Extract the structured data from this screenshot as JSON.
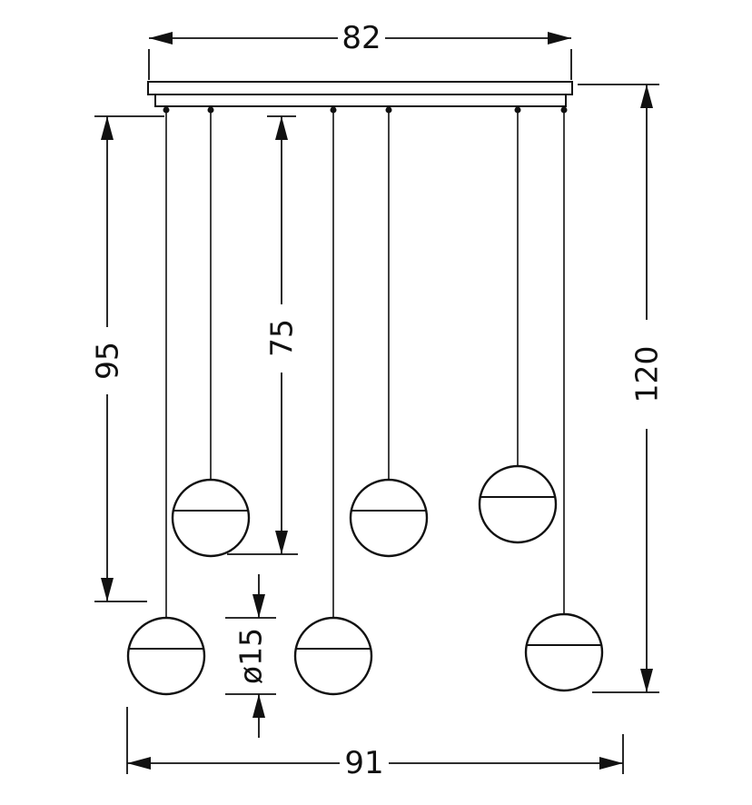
{
  "diagram": {
    "labels": {
      "bar_width": "82",
      "left_drop": "95",
      "mid_drop": "75",
      "total_drop": "120",
      "sphere_diameter": "ø15",
      "overall_width": "91"
    },
    "lamp_count": 6
  }
}
